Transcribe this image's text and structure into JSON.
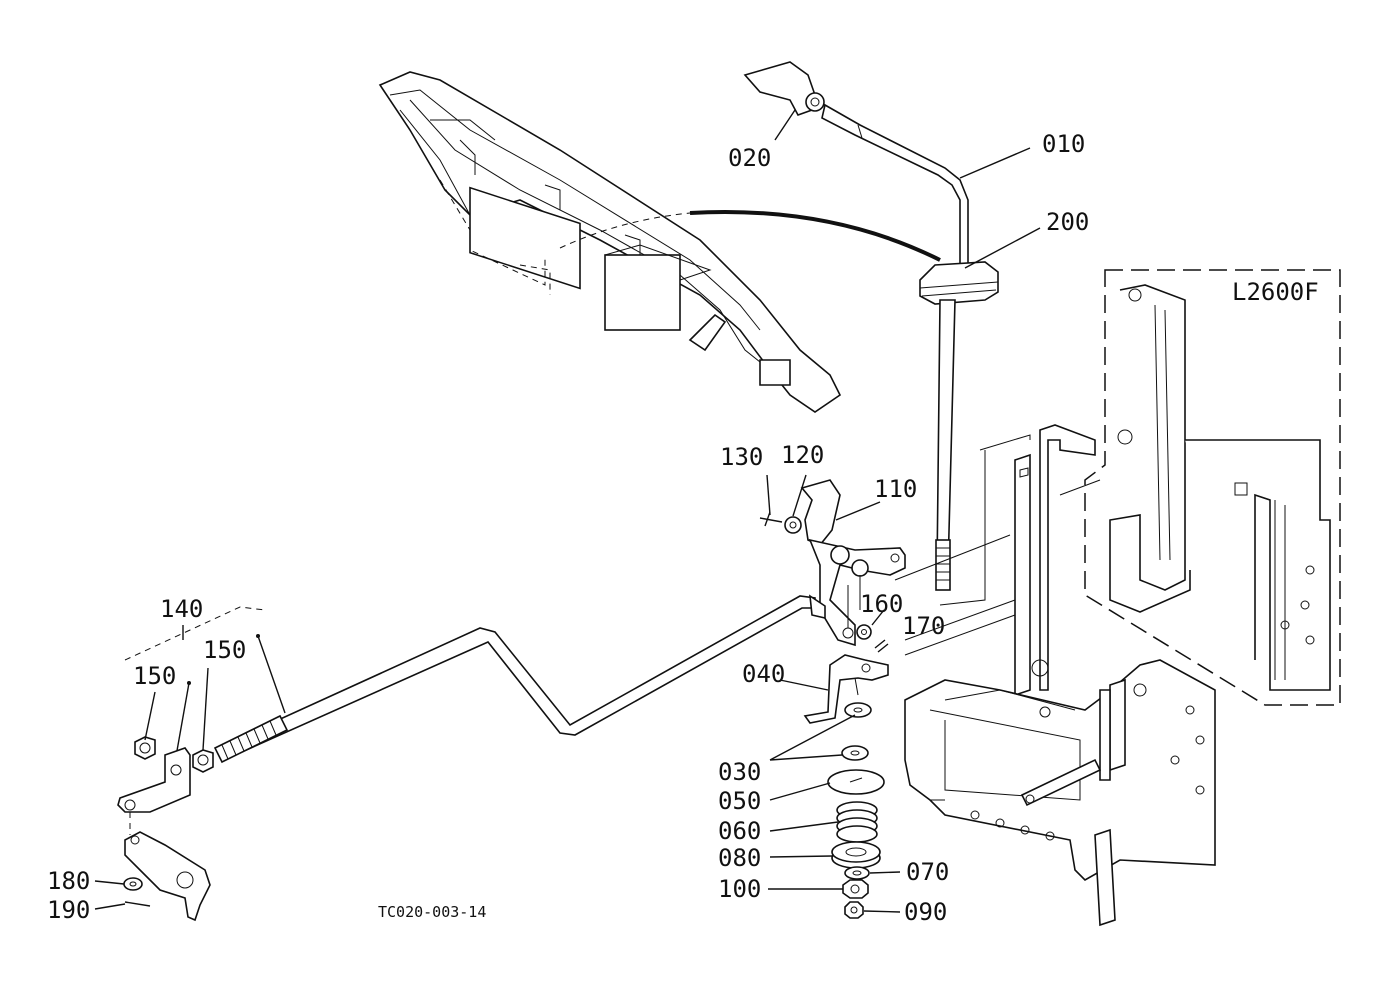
{
  "labels": {
    "p010": "010",
    "p020": "020",
    "p030": "030",
    "p040": "040",
    "p050": "050",
    "p060": "060",
    "p070": "070",
    "p080": "080",
    "p090": "090",
    "p100": "100",
    "p110": "110",
    "p120": "120",
    "p130": "130",
    "p140": "140",
    "p150a": "150",
    "p150b": "150",
    "p160": "160",
    "p170": "170",
    "p180": "180",
    "p190": "190",
    "p200": "200",
    "model": "L2600F",
    "drawing_code": "TC020-003-14"
  }
}
